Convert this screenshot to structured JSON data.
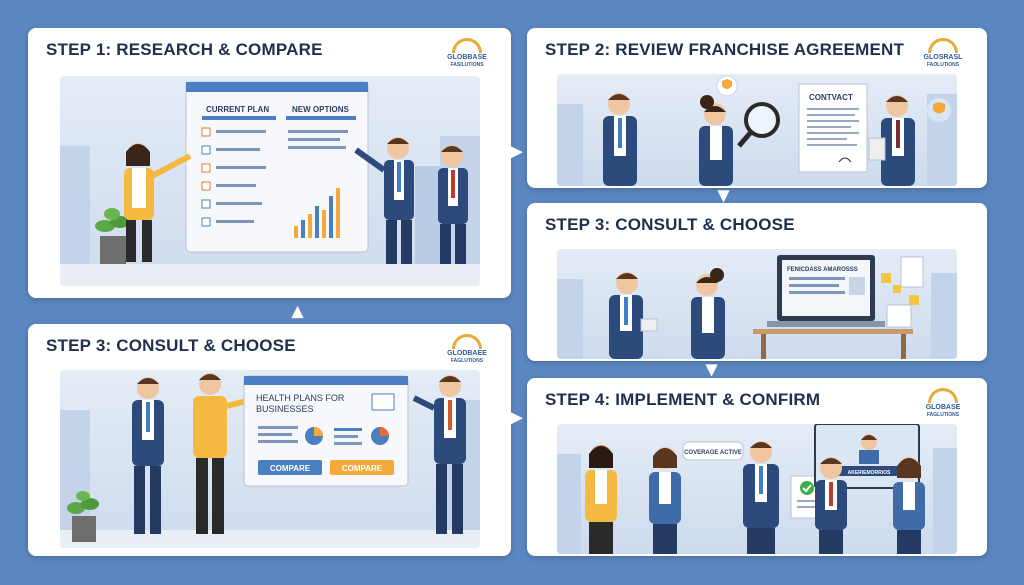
{
  "colors": {
    "background": "#5b86c0",
    "card": "#ffffff",
    "title": "#1f2f4f",
    "accent_blue": "#4a7fc1",
    "accent_orange": "#f4a93a",
    "logo_gold": "#e6a93a"
  },
  "panels": [
    {
      "id": "step1",
      "title": "STEP 1: RESEARCH & COMPARE",
      "logo": {
        "line1": "GLOBBASE",
        "line2": "FASILUTIONS"
      }
    },
    {
      "id": "step2",
      "title": "STEP 2: REVIEW FRANCHISE AGREEMENT",
      "logo": {
        "line1": "GLOSRASL",
        "line2": "FAOLUTIONS"
      }
    },
    {
      "id": "step3a",
      "title": "STEP 3: CONSULT & CHOOSE"
    },
    {
      "id": "step3b",
      "title": "STEP 3: CONSULT & CHOOSE",
      "logo": {
        "line1": "GLODBAEE",
        "line2": "FAGLUTIONS"
      }
    },
    {
      "id": "step4",
      "title": "STEP 4: IMPLEMENT & CONFIRM",
      "logo": {
        "line1": "GLOBASE",
        "line2": "FAGLUTIONS"
      }
    }
  ],
  "step1_board": {
    "left_heading": "CURRENT PLAN",
    "right_heading": "NEW OPTIONS"
  },
  "step2_doc": {
    "heading": "CONTVACT"
  },
  "step3a_laptop": {
    "heading": "FENICDASS AMAROSSS"
  },
  "step3b_board": {
    "heading_line1": "HEALTH PLANS FOR",
    "heading_line2": "BUSINESSES",
    "compare_left": "COMPARE",
    "compare_right": "COMPARE"
  },
  "step4_scene": {
    "speech_bubble": "COVERAGE ACTIVE",
    "monitor_label": "AKERIEMORRIOS"
  },
  "icons": [
    "shield-icon",
    "magnifier-icon",
    "checkbox-icon",
    "pie-chart-icon",
    "check-icon",
    "arrow-right-icon",
    "arrow-up-icon",
    "arrow-down-icon"
  ]
}
